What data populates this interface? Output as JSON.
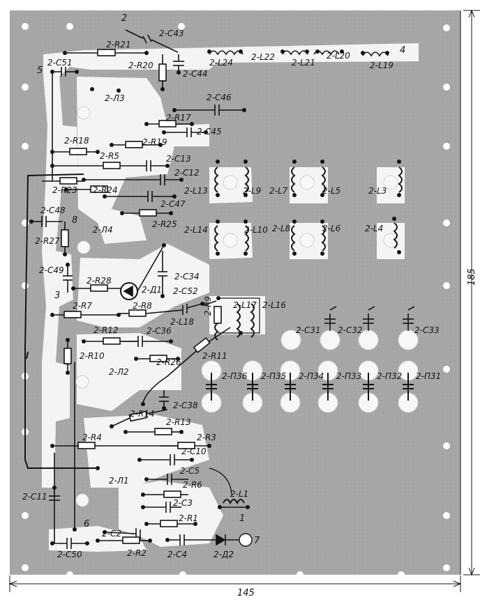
{
  "corner_text": "",
  "dimensions": {
    "width": "145",
    "height": "185"
  },
  "node_labels": {
    "n1": "1",
    "n2": "2",
    "n3": "3",
    "n4": "4",
    "n5": "5",
    "n6": "6",
    "n7": "7",
    "n8": "8"
  },
  "labels": {
    "C43": "2-C43",
    "R21": "2-R21",
    "C51": "2-C51",
    "R20": "2-R20",
    "C44": "2-C44",
    "L24": "2-L24",
    "L22": "2-L22",
    "L21": "2-L21",
    "L20": "2-L20",
    "L19": "2-L19",
    "Л3": "2-Л3",
    "C46": "2-C46",
    "R17": "2-R17",
    "C45": "2-C45",
    "R18": "2-R18",
    "R19": "2-R19",
    "R5": "2-R5",
    "C13": "2-C13",
    "C12": "2-C12",
    "R23": "2-R23",
    "R24": "2-R24",
    "C47": "2-C47",
    "C48": "2-C48",
    "R25": "2-R25",
    "Л4": "2-Л4",
    "R27": "2-R27",
    "L13": "2-L13",
    "L9": "2-L9",
    "L7": "2-L7",
    "L5": "2-L5",
    "L3": "2-L3",
    "L14": "2-L14",
    "L10": "2-L10",
    "L8": "2-L8",
    "L6": "2-L6",
    "L4": "2-L4",
    "C49": "2-C49",
    "R28": "2-R28",
    "Д1": "2-Д1",
    "C34": "2-C34",
    "C52": "2-C52",
    "R7": "2-R7",
    "R8": "2-R8",
    "L17": "2-L17",
    "L16": "2-L16",
    "L18": "2-L18",
    "R9": "2-R9",
    "R12": "2-R12",
    "C36": "2-C36",
    "C31": "2-C31",
    "C32": "2-C32",
    "C33": "2-C33",
    "R10": "2-R10",
    "R26": "2-R26",
    "R11": "2-R11",
    "Л2": "2-Л2",
    "П36": "2-П36",
    "П35": "2-П35",
    "П34": "2-П34",
    "П33": "2-П33",
    "П32": "2-П32",
    "П31": "2-П31",
    "C38": "2-C38",
    "R14": "2-R14",
    "R13": "2-R13",
    "R4": "2-R4",
    "R3": "2-R3",
    "C10": "2-C10",
    "Л1": "2-Л1",
    "C5": "2-C5",
    "R6": "2-R6",
    "L1": "2-L1",
    "C11": "2-C11",
    "C3": "2-C3",
    "R1": "2-R1",
    "C2": "2-C2",
    "C50": "2-C50",
    "R2": "2-R2",
    "C4": "2-C4",
    "Д2": "2-Д2"
  },
  "colors": {
    "board": "#a9a9a9",
    "trace": "#f4f4f4",
    "ink": "#141414",
    "hole": "#ffffff",
    "paper": "#ffffff"
  }
}
